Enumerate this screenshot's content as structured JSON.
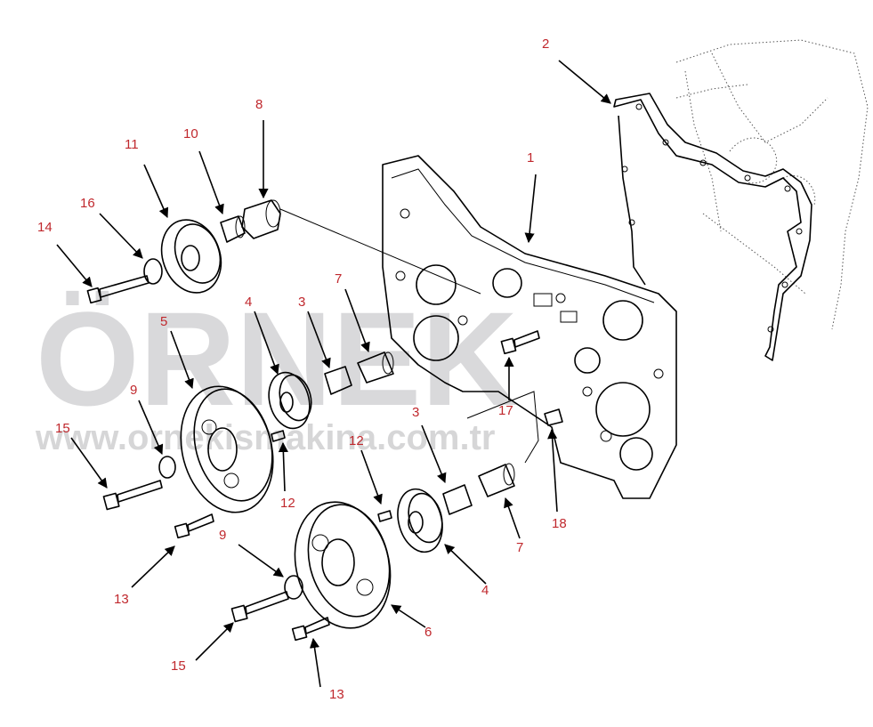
{
  "watermark": {
    "brand": "ÖRNEK",
    "url": "www.ornekismakina.com.tr"
  },
  "callouts": [
    {
      "id": "c-2",
      "label": "2"
    },
    {
      "id": "c-8",
      "label": "8"
    },
    {
      "id": "c-10",
      "label": "10"
    },
    {
      "id": "c-11",
      "label": "11"
    },
    {
      "id": "c-16",
      "label": "16"
    },
    {
      "id": "c-14",
      "label": "14"
    },
    {
      "id": "c-1",
      "label": "1"
    },
    {
      "id": "c-7a",
      "label": "7"
    },
    {
      "id": "c-5",
      "label": "5"
    },
    {
      "id": "c-4a",
      "label": "4"
    },
    {
      "id": "c-3a",
      "label": "3"
    },
    {
      "id": "c-9a",
      "label": "9"
    },
    {
      "id": "c-17",
      "label": "17"
    },
    {
      "id": "c-15a",
      "label": "15"
    },
    {
      "id": "c-3b",
      "label": "3"
    },
    {
      "id": "c-12a",
      "label": "12"
    },
    {
      "id": "c-12b",
      "label": "12"
    },
    {
      "id": "c-18",
      "label": "18"
    },
    {
      "id": "c-7b",
      "label": "7"
    },
    {
      "id": "c-9b",
      "label": "9"
    },
    {
      "id": "c-4b",
      "label": "4"
    },
    {
      "id": "c-13a",
      "label": "13"
    },
    {
      "id": "c-6",
      "label": "6"
    },
    {
      "id": "c-15b",
      "label": "15"
    },
    {
      "id": "c-13b",
      "label": "13"
    }
  ]
}
